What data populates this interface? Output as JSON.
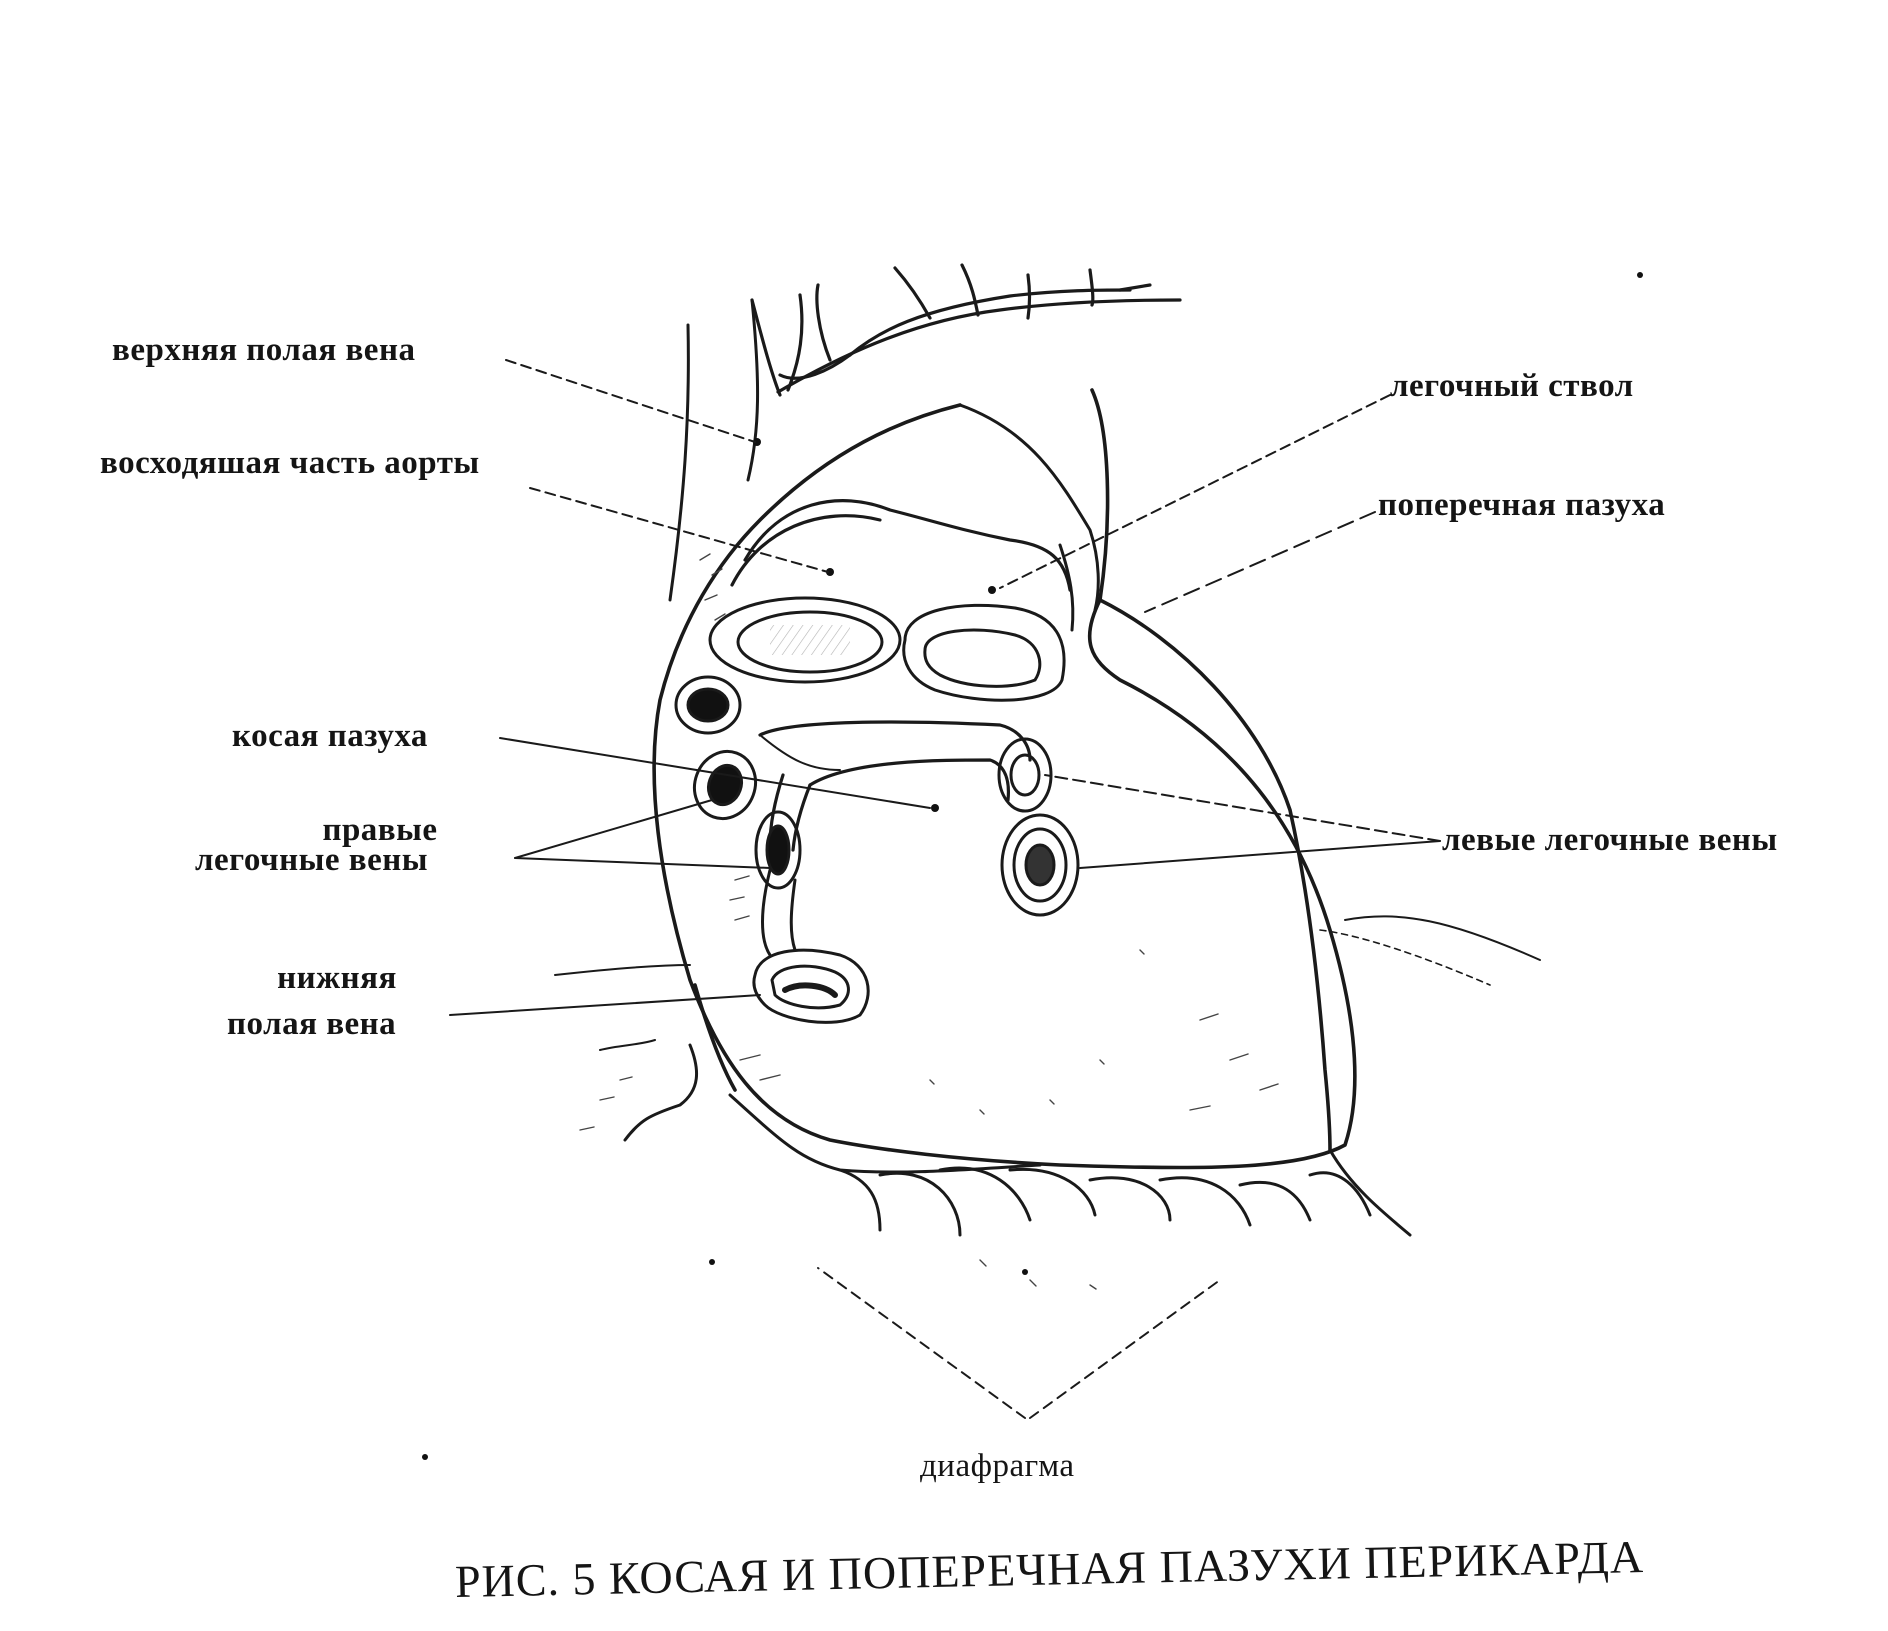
{
  "labels": {
    "svc": "верхняя полая вена",
    "aorta": "восходяшая часть аорты",
    "pulm_trunk": "легочный ствол",
    "transverse": "поперечная пазуха",
    "oblique": "косая пазуха",
    "right_veins_1": "правые",
    "right_veins_2": "легочные вены",
    "left_veins": "левые легочные вены",
    "ivc_1": "нижняя",
    "ivc_2": "полая вена",
    "diaphragm": "диафрагма"
  },
  "caption": "РИС. 5 КОСАЯ И ПОПЕРЕЧНАЯ ПАЗУХИ ПЕРИКАРДА"
}
